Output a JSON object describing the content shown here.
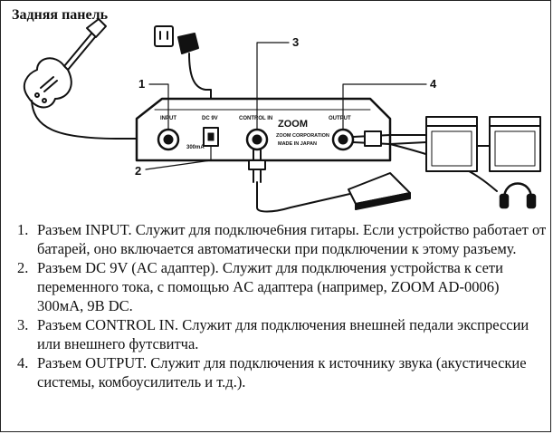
{
  "page": {
    "title": "Задняя панель"
  },
  "diagram": {
    "callouts": [
      "1",
      "2",
      "3",
      "4"
    ],
    "device_labels": {
      "input": "INPUT",
      "dc": "DC 9V",
      "control_in": "CONTROL IN",
      "output": "OUTPUT",
      "brand": "ZOOM",
      "company": "ZOOM CORPORATION",
      "made_in": "MADE IN JAPAN",
      "current": "300mA"
    }
  },
  "items": [
    {
      "num": "1.",
      "text": "Разъем INPUT. Служит для подключе6ния гитары. Если устройство работает от батарей, оно включается автоматически при подключении к этому разъему."
    },
    {
      "num": "2.",
      "text": "Разъем DC 9V (AC адаптер). Служит для подключения устройства к сети переменного тока, с помощью AC адаптера (например, ZOOM AD-0006) 300мА, 9В DC."
    },
    {
      "num": "3.",
      "text": "Разъем CONTROL IN. Служит для подключения внешней педали экспрессии или внешнего футсвитча."
    },
    {
      "num": "4.",
      "text": "Разъем OUTPUT. Служит для подключения к источнику звука (акустические системы, комбоусилитель и т.д.)."
    }
  ]
}
